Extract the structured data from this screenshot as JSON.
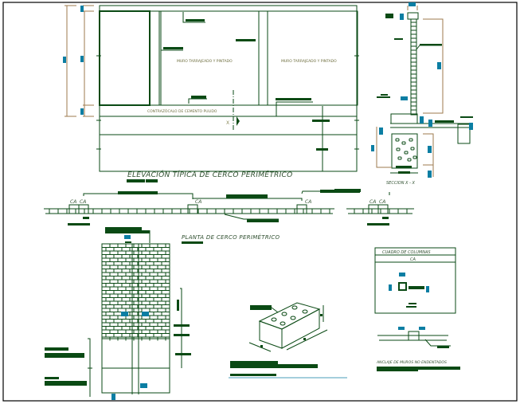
{
  "drawing": {
    "elevation": {
      "title": "ELEVACIÓN TÍPICA DE CERCO PERIMÉTRICO",
      "panel_labels": [
        "MURO TARRAJEADO Y PINTADO",
        "MURO TARRAJEADO Y PINTADO"
      ],
      "base_label": "CONTRAZÓCALO DE CEMENTO PULIDO",
      "section_mark": "X"
    },
    "section": {
      "title": "SECCION X - X"
    },
    "plan": {
      "title": "PLANTA DE CERCO PERIMÉTRICO",
      "column_tags": [
        "CA",
        "CA",
        "CA",
        "CA",
        "CA",
        "CA"
      ]
    },
    "column_table": {
      "title": "CUADRO DE COLUMNAS",
      "header": "CA"
    },
    "anchor_detail": {
      "title": "ANCLAJE DE MUROS NO ENDENTADOS"
    },
    "colors": {
      "line": "#0a4a14",
      "dimension": "#9c7a4e",
      "tag": "#0b7ea3"
    }
  }
}
